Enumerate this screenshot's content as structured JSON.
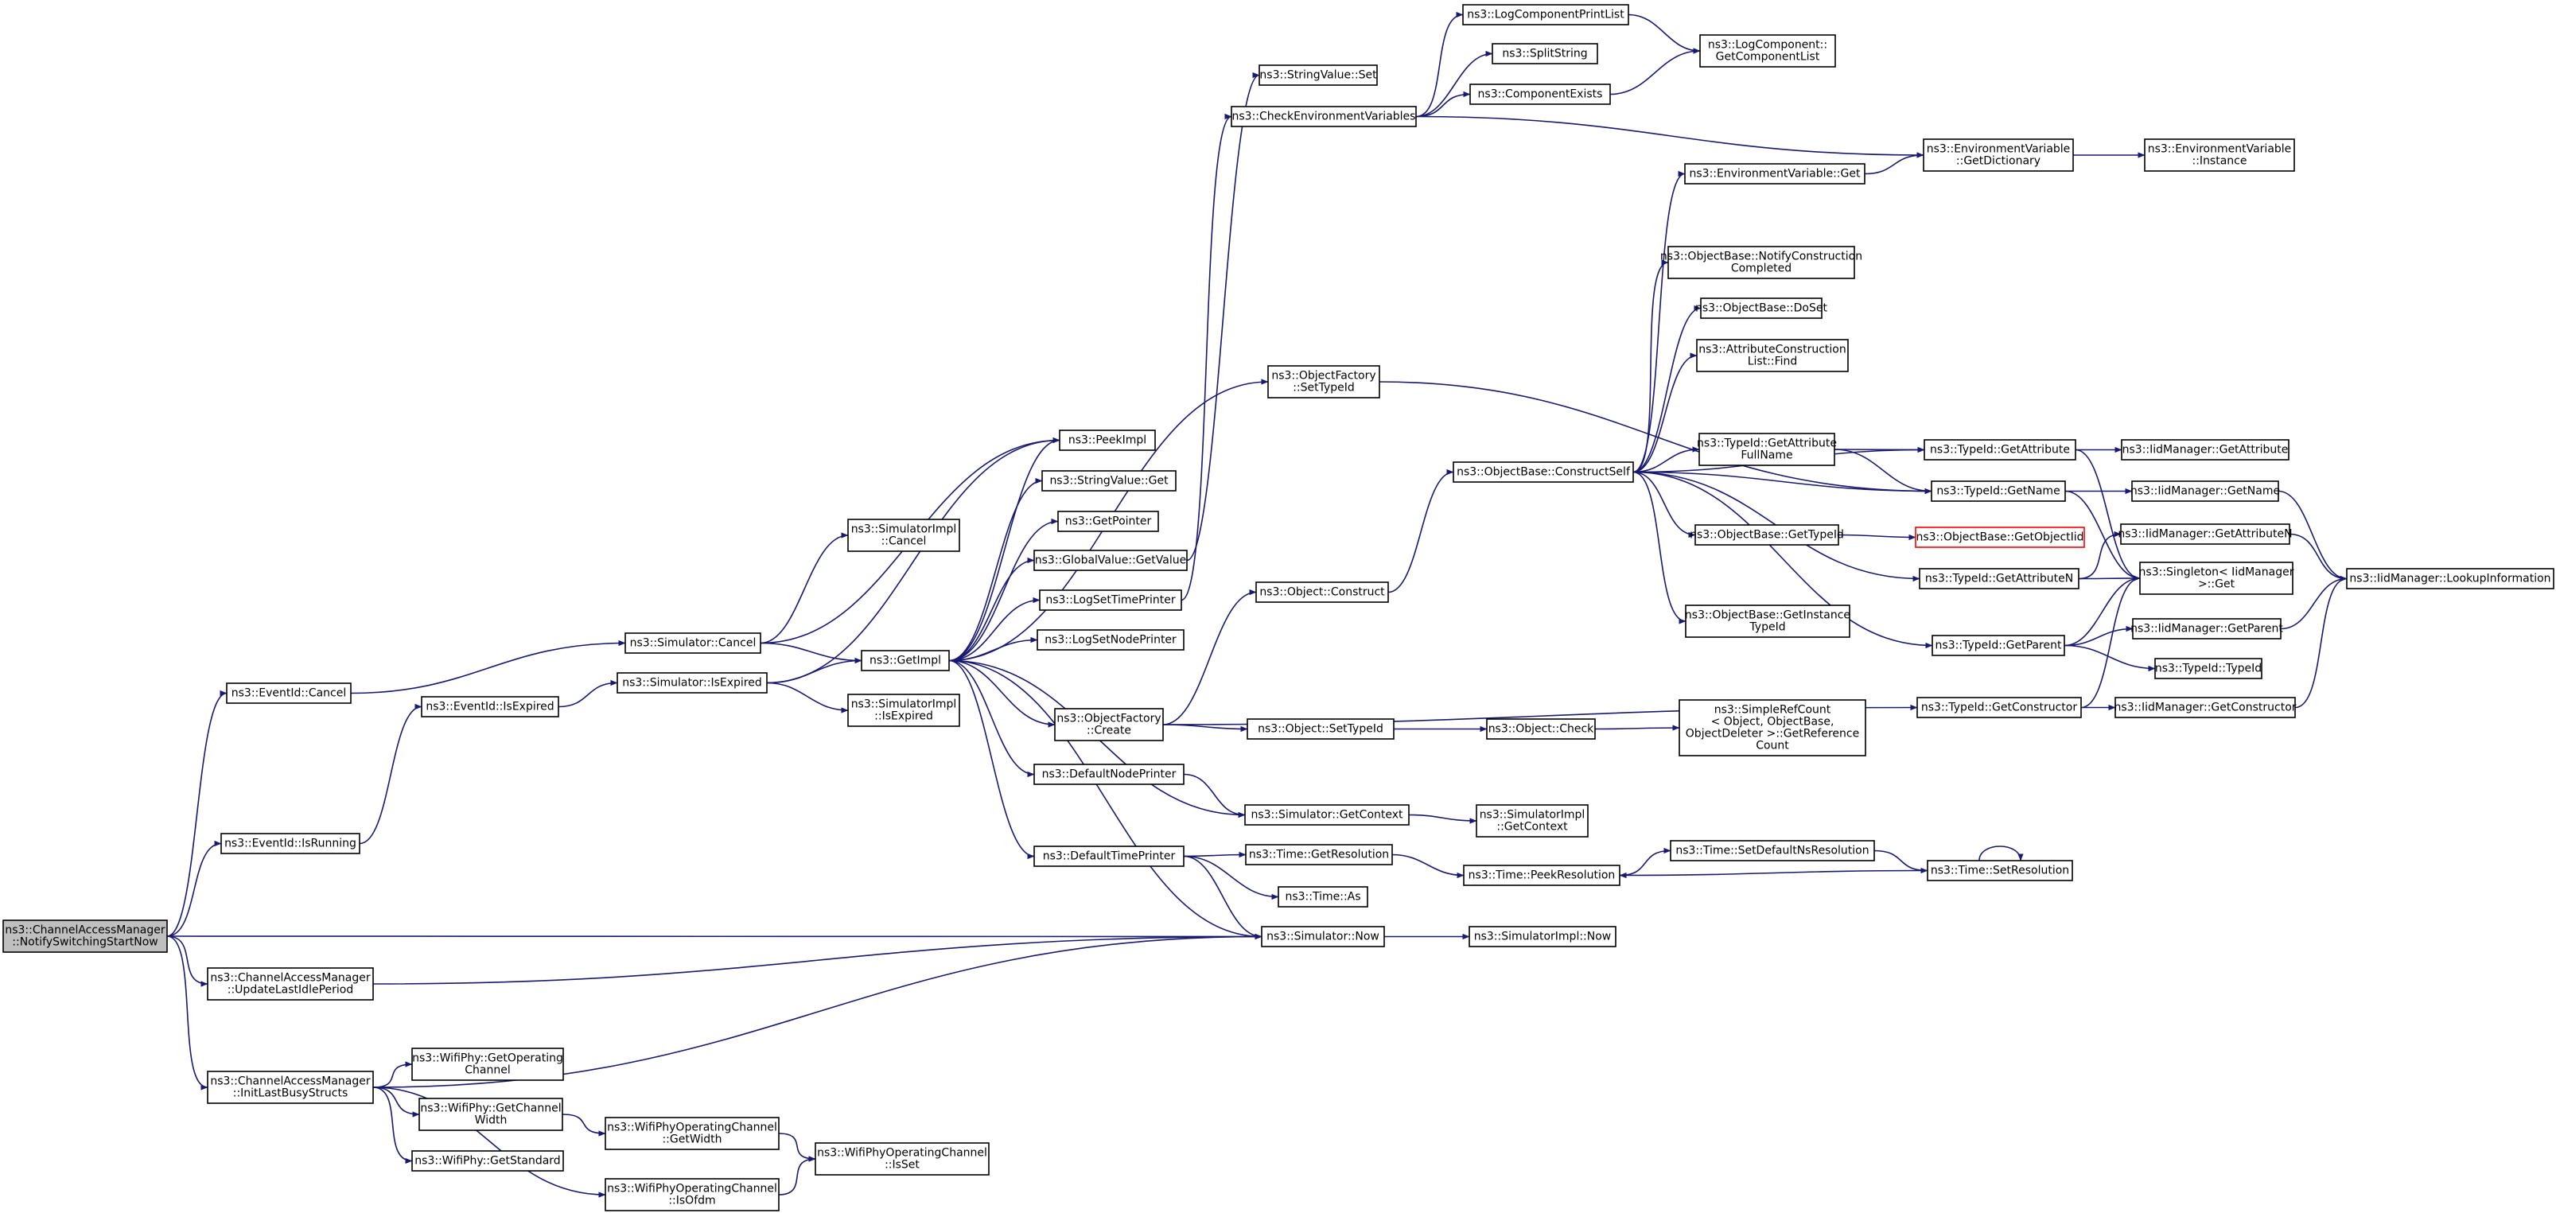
{
  "diagram": {
    "type": "call-graph",
    "colors": {
      "edge": "#191970",
      "node_border": "#000000",
      "root_fill": "#bfbfbf",
      "missing_border": "#ff0000"
    },
    "nodes": [
      {
        "id": "root",
        "lines": [
          "ns3::ChannelAccessManager",
          "::NotifySwitchingStartNow"
        ],
        "style": "root"
      },
      {
        "id": "eid_cancel",
        "lines": [
          "ns3::EventId::Cancel"
        ]
      },
      {
        "id": "eid_isrunning",
        "lines": [
          "ns3::EventId::IsRunning"
        ]
      },
      {
        "id": "cam_update",
        "lines": [
          "ns3::ChannelAccessManager",
          "::UpdateLastIdlePeriod"
        ]
      },
      {
        "id": "cam_init",
        "lines": [
          "ns3::ChannelAccessManager",
          "::InitLastBusyStructs"
        ]
      },
      {
        "id": "eid_isexpired",
        "lines": [
          "ns3::EventId::IsExpired"
        ]
      },
      {
        "id": "sim_cancel",
        "lines": [
          "ns3::Simulator::Cancel"
        ]
      },
      {
        "id": "sim_isexpired",
        "lines": [
          "ns3::Simulator::IsExpired"
        ]
      },
      {
        "id": "simimpl_cancel",
        "lines": [
          "ns3::SimulatorImpl",
          "::Cancel"
        ]
      },
      {
        "id": "getimpl",
        "lines": [
          "ns3::GetImpl"
        ]
      },
      {
        "id": "simimpl_isexpired",
        "lines": [
          "ns3::SimulatorImpl",
          "::IsExpired"
        ]
      },
      {
        "id": "peekimpl",
        "lines": [
          "ns3::PeekImpl"
        ]
      },
      {
        "id": "sv_get",
        "lines": [
          "ns3::StringValue::Get"
        ]
      },
      {
        "id": "getpointer",
        "lines": [
          "ns3::GetPointer"
        ]
      },
      {
        "id": "gv_getvalue",
        "lines": [
          "ns3::GlobalValue::GetValue"
        ]
      },
      {
        "id": "logsettime",
        "lines": [
          "ns3::LogSetTimePrinter"
        ]
      },
      {
        "id": "logsetnode",
        "lines": [
          "ns3::LogSetNodePrinter"
        ]
      },
      {
        "id": "of_create",
        "lines": [
          "ns3::ObjectFactory",
          "::Create"
        ]
      },
      {
        "id": "defnode",
        "lines": [
          "ns3::DefaultNodePrinter"
        ]
      },
      {
        "id": "deftime",
        "lines": [
          "ns3::DefaultTimePrinter"
        ]
      },
      {
        "id": "sv_set",
        "lines": [
          "ns3::StringValue::Set"
        ]
      },
      {
        "id": "checkenv",
        "lines": [
          "ns3::CheckEnvironmentVariables"
        ]
      },
      {
        "id": "of_settypeid",
        "lines": [
          "ns3::ObjectFactory",
          "::SetTypeId"
        ]
      },
      {
        "id": "obj_construct",
        "lines": [
          "ns3::Object::Construct"
        ]
      },
      {
        "id": "obj_settypeid",
        "lines": [
          "ns3::Object::SetTypeId"
        ]
      },
      {
        "id": "sim_getcontext",
        "lines": [
          "ns3::Simulator::GetContext"
        ]
      },
      {
        "id": "simimpl_getcontext",
        "lines": [
          "ns3::SimulatorImpl",
          "::GetContext"
        ]
      },
      {
        "id": "time_getres",
        "lines": [
          "ns3::Time::GetResolution"
        ]
      },
      {
        "id": "time_as",
        "lines": [
          "ns3::Time::As"
        ]
      },
      {
        "id": "sim_now",
        "lines": [
          "ns3::Simulator::Now"
        ]
      },
      {
        "id": "simimpl_now",
        "lines": [
          "ns3::SimulatorImpl::Now"
        ]
      },
      {
        "id": "wp_getopch",
        "lines": [
          "ns3::WifiPhy::GetOperating",
          "Channel"
        ]
      },
      {
        "id": "wp_getchw",
        "lines": [
          "ns3::WifiPhy::GetChannel",
          "Width"
        ]
      },
      {
        "id": "wp_getstd",
        "lines": [
          "ns3::WifiPhy::GetStandard"
        ]
      },
      {
        "id": "woc_getwidth",
        "lines": [
          "ns3::WifiPhyOperatingChannel",
          "::GetWidth"
        ]
      },
      {
        "id": "woc_isofdm",
        "lines": [
          "ns3::WifiPhyOperatingChannel",
          "::IsOfdm"
        ]
      },
      {
        "id": "woc_isset",
        "lines": [
          "ns3::WifiPhyOperatingChannel",
          "::IsSet"
        ]
      },
      {
        "id": "logcomp_print",
        "lines": [
          "ns3::LogComponentPrintList"
        ]
      },
      {
        "id": "splitstring",
        "lines": [
          "ns3::SplitString"
        ]
      },
      {
        "id": "compexists",
        "lines": [
          "ns3::ComponentExists"
        ]
      },
      {
        "id": "logcomp_getlist",
        "lines": [
          "ns3::LogComponent::",
          "GetComponentList"
        ]
      },
      {
        "id": "envvar_get",
        "lines": [
          "ns3::EnvironmentVariable::Get"
        ]
      },
      {
        "id": "envvar_getdict",
        "lines": [
          "ns3::EnvironmentVariable",
          "::GetDictionary"
        ]
      },
      {
        "id": "envvar_instance",
        "lines": [
          "ns3::EnvironmentVariable",
          "::Instance"
        ]
      },
      {
        "id": "ob_construct",
        "lines": [
          "ns3::ObjectBase::ConstructSelf"
        ]
      },
      {
        "id": "ob_notify",
        "lines": [
          "ns3::ObjectBase::NotifyConstruction",
          "Completed"
        ]
      },
      {
        "id": "ob_doset",
        "lines": [
          "ns3::ObjectBase::DoSet"
        ]
      },
      {
        "id": "acl_find",
        "lines": [
          "ns3::AttributeConstruction",
          "List::Find"
        ]
      },
      {
        "id": "tid_getattrfull",
        "lines": [
          "ns3::TypeId::GetAttribute",
          "FullName"
        ]
      },
      {
        "id": "ob_gettypeid",
        "lines": [
          "ns3::ObjectBase::GetTypeId"
        ]
      },
      {
        "id": "ob_getinstance",
        "lines": [
          "ns3::ObjectBase::GetInstance",
          "TypeId"
        ]
      },
      {
        "id": "obj_check",
        "lines": [
          "ns3::Object::Check"
        ]
      },
      {
        "id": "src_getref",
        "lines": [
          "ns3::SimpleRefCount",
          "< Object, ObjectBase,",
          "ObjectDeleter >::GetReference",
          "Count"
        ]
      },
      {
        "id": "time_peekres",
        "lines": [
          "ns3::Time::PeekResolution"
        ]
      },
      {
        "id": "time_setdefns",
        "lines": [
          "ns3::Time::SetDefaultNsResolution"
        ]
      },
      {
        "id": "time_setres",
        "lines": [
          "ns3::Time::SetResolution"
        ]
      },
      {
        "id": "tid_getattr",
        "lines": [
          "ns3::TypeId::GetAttribute"
        ]
      },
      {
        "id": "tid_getname",
        "lines": [
          "ns3::TypeId::GetName"
        ]
      },
      {
        "id": "ob_getobjtid",
        "lines": [
          "ns3::ObjectBase::GetObjectIid"
        ],
        "style": "missing"
      },
      {
        "id": "tid_getattrn",
        "lines": [
          "ns3::TypeId::GetAttributeN"
        ]
      },
      {
        "id": "tid_getparent",
        "lines": [
          "ns3::TypeId::GetParent"
        ]
      },
      {
        "id": "tid_getctor",
        "lines": [
          "ns3::TypeId::GetConstructor"
        ]
      },
      {
        "id": "iid_getattr",
        "lines": [
          "ns3::IidManager::GetAttribute"
        ]
      },
      {
        "id": "iid_getname",
        "lines": [
          "ns3::IidManager::GetName"
        ]
      },
      {
        "id": "iid_getattrn",
        "lines": [
          "ns3::IidManager::GetAttributeN"
        ]
      },
      {
        "id": "singleton_get",
        "lines": [
          "ns3::Singleton< IidManager",
          ">::Get"
        ]
      },
      {
        "id": "iid_getparent",
        "lines": [
          "ns3::IidManager::GetParent"
        ]
      },
      {
        "id": "tid_typeid",
        "lines": [
          "ns3::TypeId::TypeId"
        ]
      },
      {
        "id": "iid_getctor",
        "lines": [
          "ns3::IidManager::GetConstructor"
        ]
      },
      {
        "id": "iid_lookup",
        "lines": [
          "ns3::IidManager::LookupInformation"
        ]
      }
    ]
  }
}
